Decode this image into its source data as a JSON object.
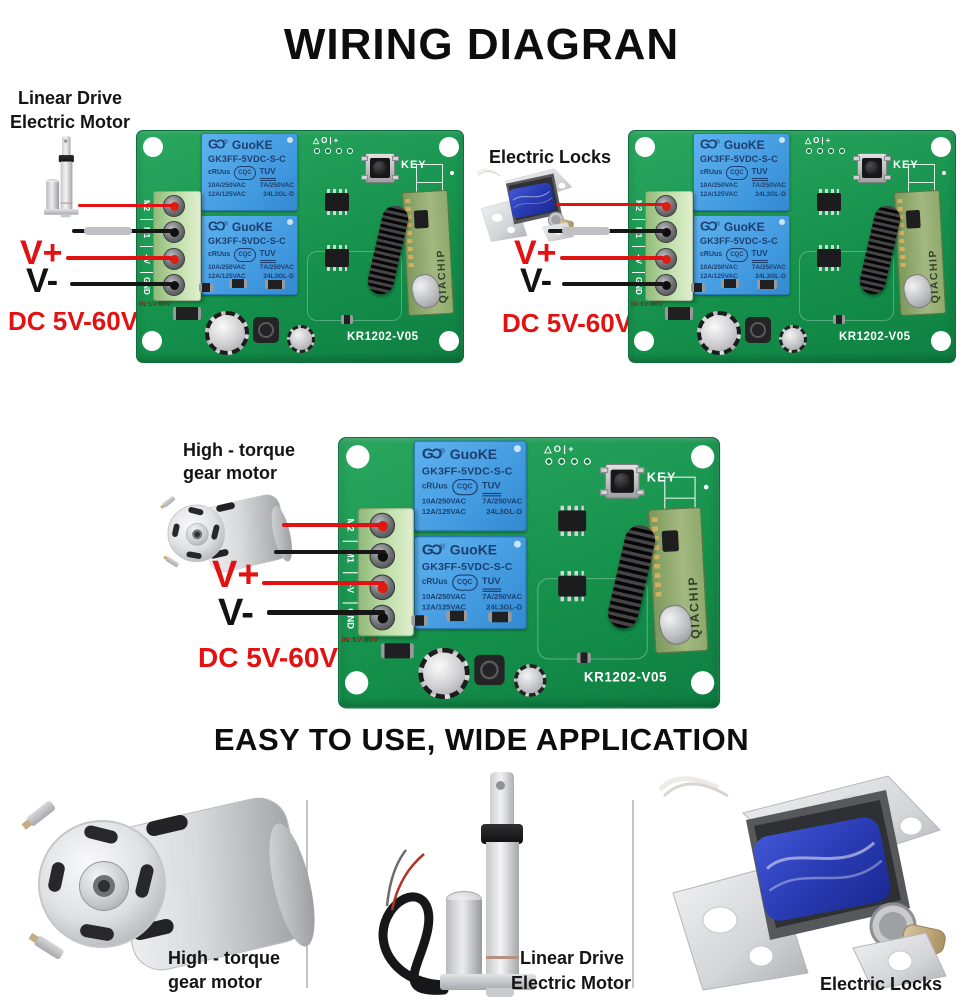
{
  "title": "WIRING DIAGRAN",
  "section_title": "EASY TO USE, WIDE APPLICATION",
  "units": [
    {
      "label1": "Linear Drive",
      "label2": "Electric Motor",
      "vplus": "V+",
      "vminus": "V-",
      "supply": "DC 5V-60V"
    },
    {
      "label1": "Electric Locks",
      "label2": "",
      "vplus": "V+",
      "vminus": "V-",
      "supply": "DC 5V-60V"
    },
    {
      "label1": "High - torque",
      "label2": "gear motor",
      "vplus": "V+",
      "vminus": "V-",
      "supply": "DC 5V-60V"
    }
  ],
  "board": {
    "key_label": "KEY",
    "brand": "QIACHIP",
    "model": "KR1202-V05",
    "input_label": "IN:5V-60V",
    "terminals": [
      "M2",
      "M1",
      "+V",
      "GND"
    ],
    "led_marks": "△O|+"
  },
  "relay": {
    "logo": "GϽ",
    "reg": "®",
    "brand": "GuoKE",
    "model": "GK3FF-5VDC-S-C",
    "cert_ul": "cRUus",
    "cert_cqc": "CQC",
    "cert_tuv": "TUV",
    "rating1a": "10A/250VAC",
    "rating1b": "7A/250VAC",
    "rating2a": "12A/125VAC",
    "rating2b": "24L3GL-D"
  },
  "captions": [
    {
      "line1": "High - torque",
      "line2": "gear motor"
    },
    {
      "line1": "Linear Drive",
      "line2": "Electric Motor"
    },
    {
      "line1": "Electric Locks",
      "line2": ""
    }
  ],
  "colors": {
    "pcb": "#14904b",
    "relay_blue": "#4fa6e9",
    "accent_red": "#e31212",
    "coil_blue": "#2a3cb4"
  }
}
